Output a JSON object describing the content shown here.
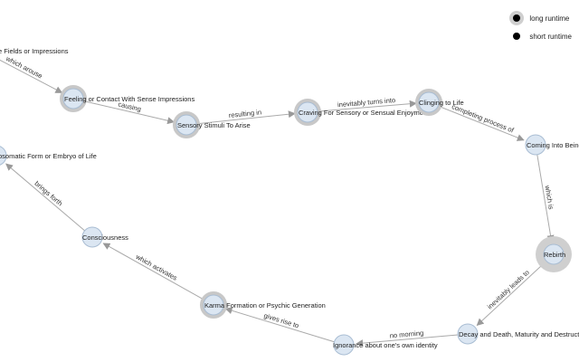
{
  "legend": {
    "long_label": "long runtime",
    "short_label": "short runtime"
  },
  "nodes": [
    {
      "id": "fields",
      "label": "e Fields or Impressions",
      "runtime": "short",
      "anchor": "none"
    },
    {
      "id": "feeling",
      "label": "Feeling or Contact With Sense Impressions",
      "runtime": "long"
    },
    {
      "id": "stimuli",
      "label": "Sensory Stimuli To Arise",
      "runtime": "long"
    },
    {
      "id": "craving",
      "label": "Craving For Sensory or Sensual Enjoyments",
      "runtime": "long"
    },
    {
      "id": "clinging",
      "label": "Clinging to Life",
      "runtime": "long"
    },
    {
      "id": "coming",
      "label": "Coming Into Being",
      "runtime": "short"
    },
    {
      "id": "rebirth",
      "label": "Rebirth",
      "runtime": "long"
    },
    {
      "id": "decay",
      "label": "Decay and Death, Maturity and Destructio",
      "runtime": "short"
    },
    {
      "id": "ignorance",
      "label": "Ignorance about one's own identity",
      "runtime": "short"
    },
    {
      "id": "karma",
      "label": "Karma Formation or Psychic Generation",
      "runtime": "long"
    },
    {
      "id": "consciousness",
      "label": "Consciousness",
      "runtime": "short"
    },
    {
      "id": "psychosomatic",
      "label": "osomatic Form or Embryo of Life",
      "runtime": "short"
    }
  ],
  "edges": [
    {
      "from": "fields",
      "to": "feeling",
      "label": "which arouse"
    },
    {
      "from": "feeling",
      "to": "stimuli",
      "label": "causing"
    },
    {
      "from": "stimuli",
      "to": "craving",
      "label": "resulting in"
    },
    {
      "from": "craving",
      "to": "clinging",
      "label": "inevitably turns into"
    },
    {
      "from": "clinging",
      "to": "coming",
      "label": "completing process of"
    },
    {
      "from": "coming",
      "to": "rebirth",
      "label": "which is"
    },
    {
      "from": "rebirth",
      "to": "decay",
      "label": "inevitably leads to"
    },
    {
      "from": "decay",
      "to": "ignorance",
      "label": "no morning"
    },
    {
      "from": "ignorance",
      "to": "karma",
      "label": "gives rise to"
    },
    {
      "from": "karma",
      "to": "consciousness",
      "label": "which activates"
    },
    {
      "from": "consciousness",
      "to": "psychosomatic",
      "label": "brings forth"
    }
  ]
}
